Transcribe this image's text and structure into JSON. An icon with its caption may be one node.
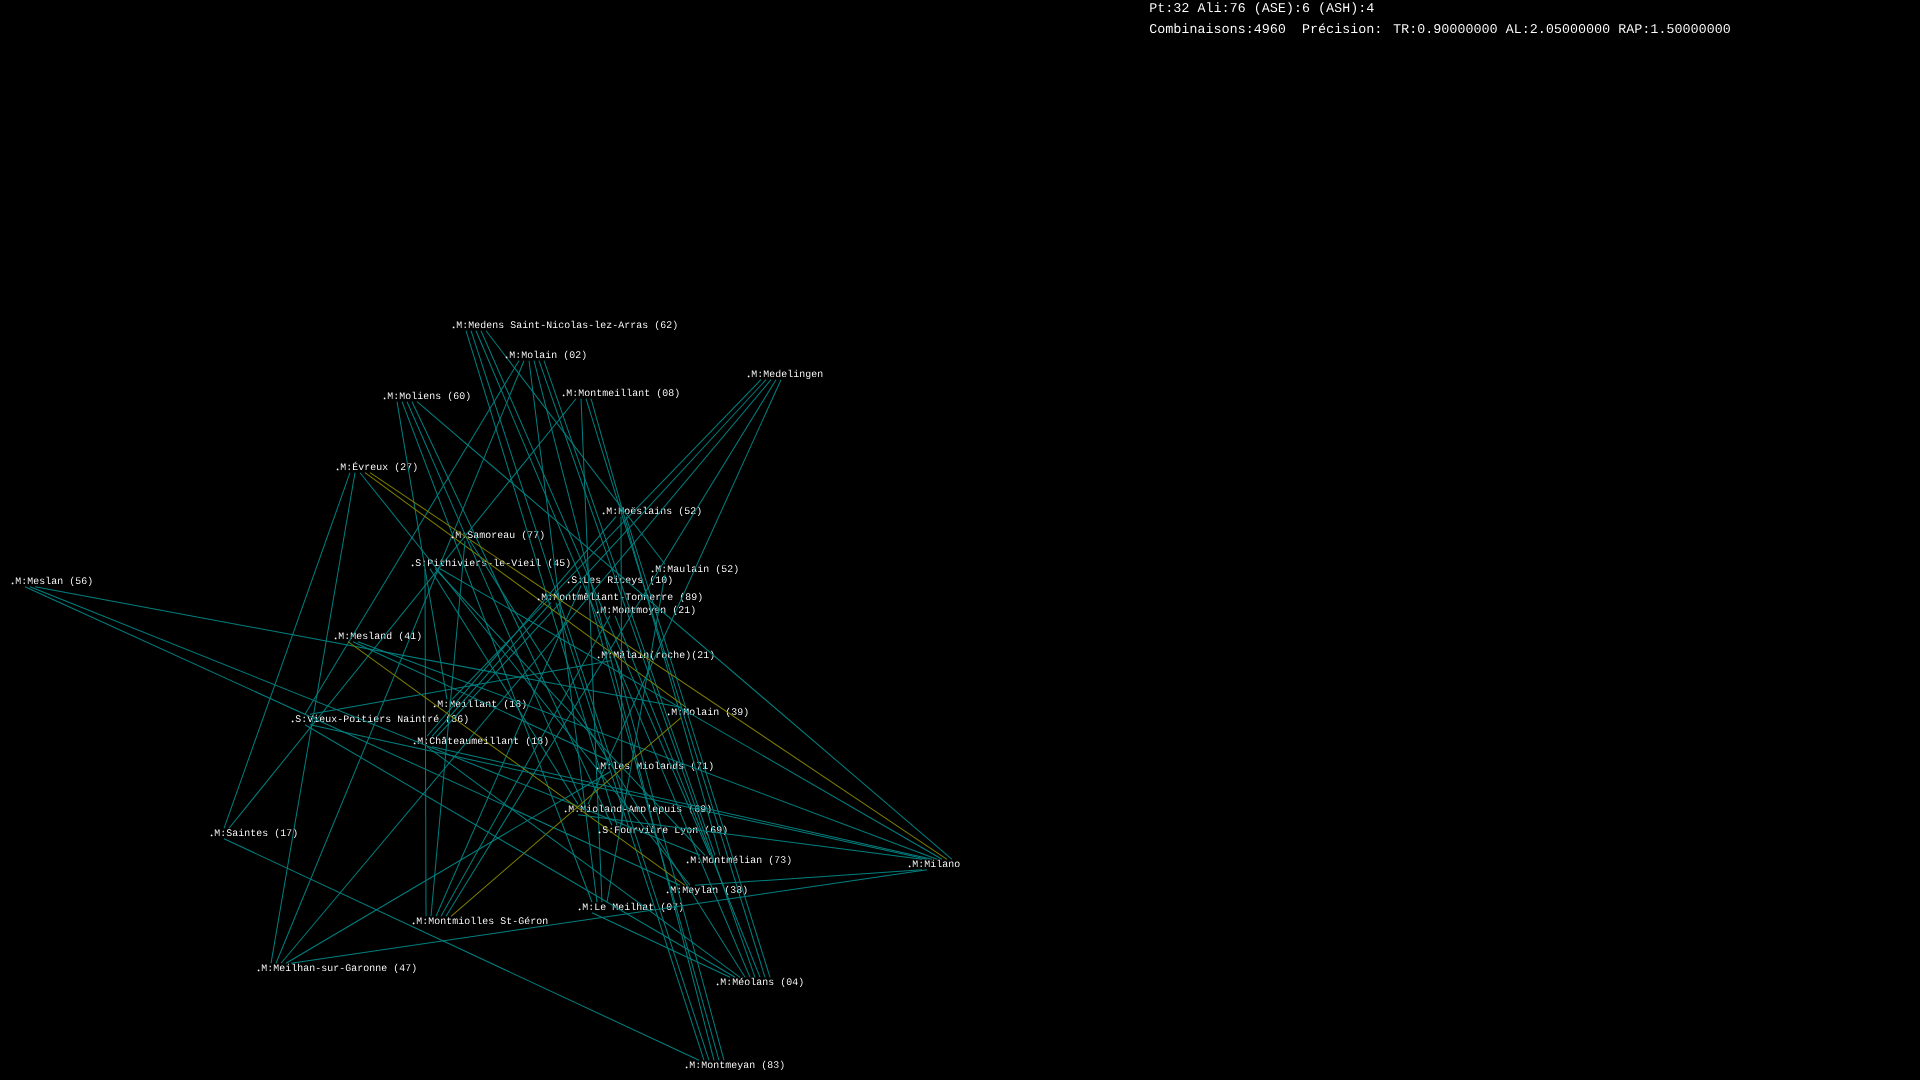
{
  "diagram": {
    "nodes": [
      {
        "text": [
          "M:Medens Saint-Nicolas-lez-Arras (62)"
        ]
      },
      {
        "text": [
          "M:Molain (02)"
        ]
      },
      {
        "text": [
          "M:Moliens (60)"
        ]
      },
      {
        "text": [
          "M:Montmeillant (08)"
        ]
      },
      {
        "text": [
          "M:Medelingen"
        ]
      },
      {
        "text": [
          "M:Évreux (27)"
        ]
      },
      {
        "text": [
          "M:Moëslains (52)"
        ]
      },
      {
        "text": [
          "M:Samoreau (77)"
        ]
      },
      {
        "text": [
          "S:Pithiviers-le-Vieil (45)"
        ]
      },
      {
        "text": [
          "S:Les Riceys (10)"
        ]
      },
      {
        "text": [
          "M:Maulain (52)"
        ]
      },
      {
        "text": [
          "M:Montmêliant-Tonnerre (89)"
        ]
      },
      {
        "text": [
          "M:Montmoyen (21)"
        ]
      },
      {
        "text": [
          "M:Meslan (56)"
        ]
      },
      {
        "text": [
          "M:Mesland (41)"
        ]
      },
      {
        "text": [
          "M:Mâlain(roche)(21)"
        ]
      },
      {
        "text": [
          "M:Molain (39)"
        ]
      },
      {
        "text": [
          "S:Vieux-Poitiers Naintré (86)"
        ]
      },
      {
        "text": [
          "M:Meillant (18)"
        ]
      },
      {
        "text": [
          "M:Châteaumeillant (18)"
        ]
      },
      {
        "text": [
          "M:les Miolands (71)"
        ]
      },
      {
        "text": [
          "M:Mioland-Amplepuis (69)"
        ]
      },
      {
        "text": [
          "S:Fourvičre Lyon (69)"
        ]
      },
      {
        "text": [
          "M:Saintes (17)"
        ]
      },
      {
        "text": [
          "M:Montmélian (73)"
        ]
      },
      {
        "text": [
          "M:Milano"
        ]
      },
      {
        "text": [
          "M:Meylan (38)"
        ]
      },
      {
        "text": [
          "M:Le Meilhat (07)"
        ]
      },
      {
        "text": [
          "M:Montmiolles St-Géron"
        ]
      },
      {
        "text": [
          "M:Meilhan-sur-Garonne (47)"
        ]
      },
      {
        "text": [
          "M:Méolans (04)"
        ]
      },
      {
        "text": [
          "M:Montmeyan (83)"
        ]
      }
    ],
    "edges": [
      {
        "from": 0,
        "to": 10,
        "arrow": "none"
      },
      {
        "from": 0,
        "to": 24,
        "arrow": "none"
      },
      {
        "from": 0,
        "to": 30,
        "arrow": "none"
      },
      {
        "from": 0,
        "to": 31,
        "arrow": "none"
      },
      {
        "from": 0,
        "to": 22,
        "arrow": "none"
      },
      {
        "from": 1,
        "to": 29,
        "arrow": "none"
      },
      {
        "from": 1,
        "to": 17,
        "arrow": "none"
      },
      {
        "from": 1,
        "to": 31,
        "arrow": "none"
      },
      {
        "from": 1,
        "to": 30,
        "arrow": "none"
      },
      {
        "from": 1,
        "to": 27,
        "arrow": "none"
      },
      {
        "from": 1,
        "to": 24,
        "arrow": "none"
      },
      {
        "from": 2,
        "to": 25,
        "arrow": "none"
      },
      {
        "from": 2,
        "to": 18,
        "arrow": "none"
      },
      {
        "from": 2,
        "to": 22,
        "arrow": "none"
      },
      {
        "from": 2,
        "to": 27,
        "arrow": "none"
      },
      {
        "from": 2,
        "to": 21,
        "arrow": "none"
      },
      {
        "from": 3,
        "to": 23,
        "arrow": "none"
      },
      {
        "from": 3,
        "to": 27,
        "arrow": "none"
      },
      {
        "from": 3,
        "to": 30,
        "arrow": "none"
      },
      {
        "from": 3,
        "to": 24,
        "arrow": "none"
      },
      {
        "from": 4,
        "to": 18,
        "arrow": "none"
      },
      {
        "from": 4,
        "to": 19,
        "arrow": "none"
      },
      {
        "from": 4,
        "to": 28,
        "arrow": "none"
      },
      {
        "from": 4,
        "to": 21,
        "arrow": "none"
      },
      {
        "from": 4,
        "to": 29,
        "arrow": "none"
      },
      {
        "from": 5,
        "to": 25,
        "arrow": "none",
        "color": "#808000"
      },
      {
        "from": 5,
        "to": 16,
        "arrow": "none",
        "color": "#808000"
      },
      {
        "from": 5,
        "to": 23,
        "arrow": "none"
      },
      {
        "from": 5,
        "to": 29,
        "arrow": "none"
      },
      {
        "from": 5,
        "to": 26,
        "arrow": "none"
      },
      {
        "from": 6,
        "to": 19,
        "arrow": "none"
      },
      {
        "from": 6,
        "to": 30,
        "arrow": "none"
      },
      {
        "from": 6,
        "to": 22,
        "arrow": "none"
      },
      {
        "from": 7,
        "to": 28,
        "arrow": "none"
      },
      {
        "from": 7,
        "to": 30,
        "arrow": "none"
      },
      {
        "from": 8,
        "to": 28,
        "arrow": "none"
      },
      {
        "from": 8,
        "to": 25,
        "arrow": "none"
      },
      {
        "from": 8,
        "to": 21,
        "arrow": "none"
      },
      {
        "from": 8,
        "to": 24,
        "arrow": "none"
      },
      {
        "from": 9,
        "to": 31,
        "arrow": "none"
      },
      {
        "from": 9,
        "to": 28,
        "arrow": "none"
      },
      {
        "from": 10,
        "to": 27,
        "arrow": "none"
      },
      {
        "from": 11,
        "to": 31,
        "arrow": "none"
      },
      {
        "from": 11,
        "to": 19,
        "arrow": "none"
      },
      {
        "from": 12,
        "to": 30,
        "arrow": "none"
      },
      {
        "from": 12,
        "to": 28,
        "arrow": "none"
      },
      {
        "from": 13,
        "to": 16,
        "arrow": "none"
      },
      {
        "from": 13,
        "to": 24,
        "arrow": "none"
      },
      {
        "from": 13,
        "to": 26,
        "arrow": "none"
      },
      {
        "from": 14,
        "to": 26,
        "arrow": "none",
        "color": "#808000"
      },
      {
        "from": 14,
        "to": 25,
        "arrow": "none"
      },
      {
        "from": 14,
        "to": 20,
        "arrow": "none"
      },
      {
        "from": 15,
        "to": 31,
        "arrow": "none"
      },
      {
        "from": 15,
        "to": 17,
        "arrow": "none"
      },
      {
        "from": 16,
        "to": 28,
        "arrow": "none",
        "color": "#808000"
      },
      {
        "from": 17,
        "to": 25,
        "arrow": "none"
      },
      {
        "from": 17,
        "to": 30,
        "arrow": "none"
      },
      {
        "from": 19,
        "to": 25,
        "arrow": "none"
      },
      {
        "from": 19,
        "to": 30,
        "arrow": "none"
      },
      {
        "from": 20,
        "to": 29,
        "arrow": "none"
      },
      {
        "from": 21,
        "to": 25,
        "arrow": "none"
      },
      {
        "from": 23,
        "to": 31,
        "arrow": "none"
      },
      {
        "from": 26,
        "to": 25,
        "arrow": "none"
      },
      {
        "from": 29,
        "to": 25,
        "arrow": "none"
      },
      {
        "from": 27,
        "to": 30,
        "arrow": "none"
      }
    ],
    "labels": [
      "Pt:32 Ali:76 (ASE):6 (ASH):4",
      "Combinaisons:4960  Précision: TR:0.90000000 AL:2.05000000 RAP:1.50000000"
    ]
  }
}
